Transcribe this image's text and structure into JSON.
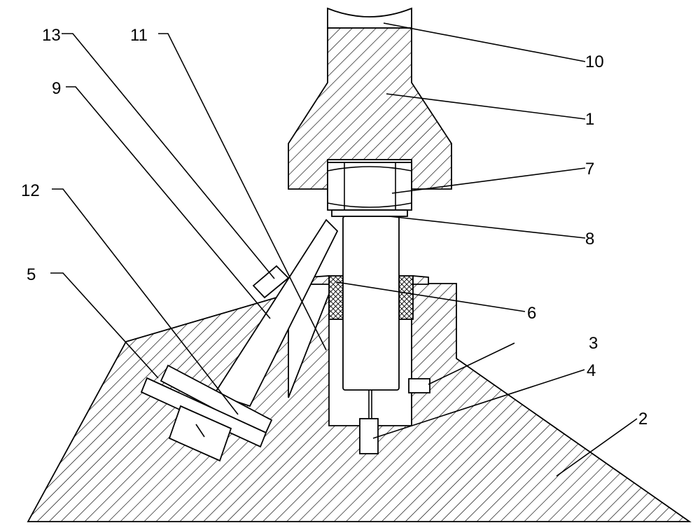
{
  "diagram": {
    "labels": [
      {
        "id": "l10",
        "text": "10"
      },
      {
        "id": "l1",
        "text": "1"
      },
      {
        "id": "l7",
        "text": "7"
      },
      {
        "id": "l8",
        "text": "8"
      },
      {
        "id": "l6",
        "text": "6"
      },
      {
        "id": "l3",
        "text": "3"
      },
      {
        "id": "l4",
        "text": "4"
      },
      {
        "id": "l2",
        "text": "2"
      },
      {
        "id": "l13",
        "text": "13"
      },
      {
        "id": "l11",
        "text": "11"
      },
      {
        "id": "l9",
        "text": "9"
      },
      {
        "id": "l12",
        "text": "12"
      },
      {
        "id": "l5",
        "text": "5"
      }
    ]
  },
  "colors": {
    "line": "#000000",
    "background": "#ffffff",
    "hatch": "#000000"
  }
}
